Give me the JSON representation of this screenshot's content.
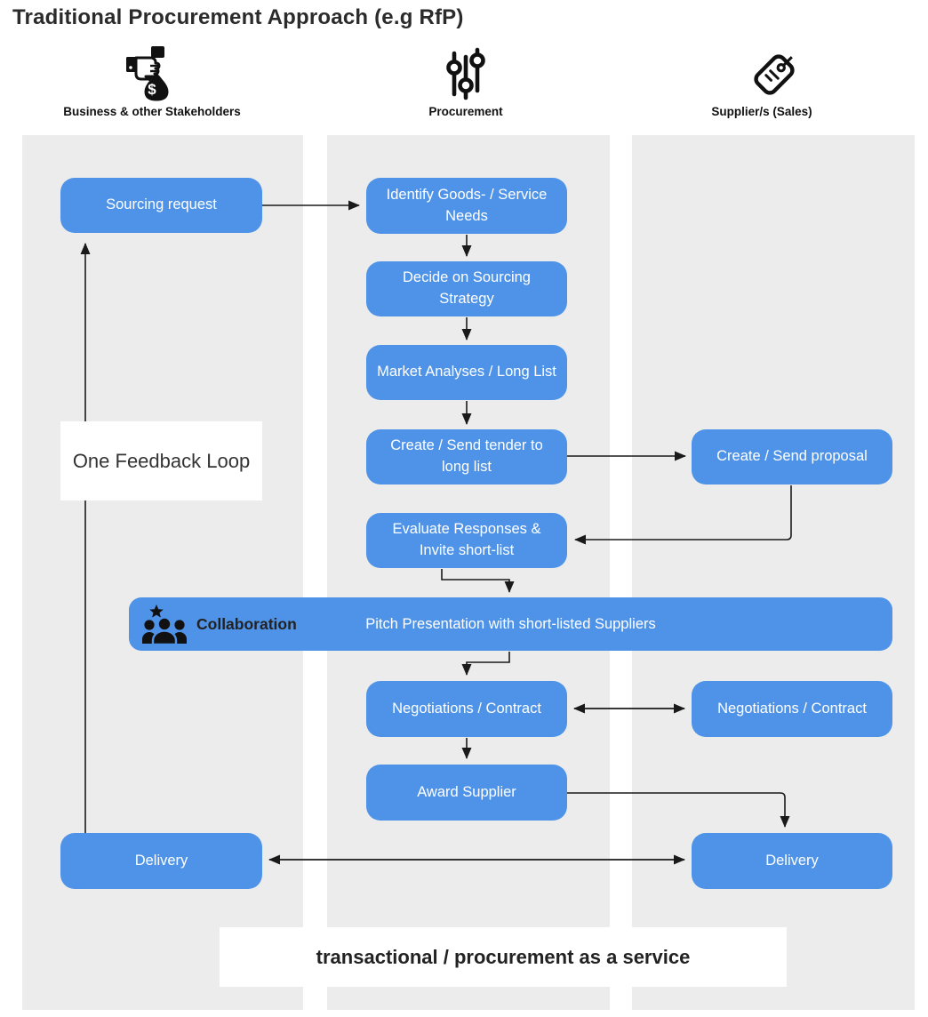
{
  "title": "Traditional Procurement Approach (e.g RfP)",
  "colors": {
    "node_blue": "#4E93E8",
    "lane_gray": "#ECECEC",
    "arrow": "#1a1a1a",
    "node_text": "#ffffff"
  },
  "lanes": [
    {
      "id": "business",
      "label": "Business  & other Stakeholders",
      "icon": "money-bag-icon"
    },
    {
      "id": "procurement",
      "label": "Procurement",
      "icon": "sliders-icon"
    },
    {
      "id": "supplier",
      "label": "Supplier/s (Sales)",
      "icon": "price-tag-icon"
    }
  ],
  "nodes": {
    "sourcing_request": "Sourcing request",
    "identify_needs": "Identify Goods- / Service Needs",
    "decide_strategy": "Decide on Sourcing Strategy",
    "market_analyses": "Market Analyses / Long List",
    "create_tender": "Create / Send tender to long list",
    "evaluate_responses": "Evaluate Responses & Invite short-list",
    "pitch_presentation": "Pitch Presentation with short-listed Suppliers",
    "collaboration": "Collaboration",
    "negotiations_mid": "Negotiations / Contract",
    "award_supplier": "Award Supplier",
    "create_proposal": "Create / Send proposal",
    "negotiations_right": "Negotiations / Contract",
    "delivery_left": "Delivery",
    "delivery_right": "Delivery"
  },
  "annotations": {
    "feedback_loop": "One Feedback Loop",
    "bottom_note": "transactional / procurement as a service"
  },
  "edges": [
    {
      "from": "sourcing_request",
      "to": "identify_needs",
      "style": "arrow"
    },
    {
      "from": "identify_needs",
      "to": "decide_strategy",
      "style": "arrow"
    },
    {
      "from": "decide_strategy",
      "to": "market_analyses",
      "style": "arrow"
    },
    {
      "from": "market_analyses",
      "to": "create_tender",
      "style": "arrow"
    },
    {
      "from": "create_tender",
      "to": "create_proposal",
      "style": "arrow"
    },
    {
      "from": "create_proposal",
      "to": "evaluate_responses",
      "style": "arrow"
    },
    {
      "from": "evaluate_responses",
      "to": "pitch_presentation",
      "style": "arrow"
    },
    {
      "from": "pitch_presentation",
      "to": "negotiations_mid",
      "style": "arrow"
    },
    {
      "from": "negotiations_mid",
      "to": "negotiations_right",
      "style": "double-arrow"
    },
    {
      "from": "negotiations_mid",
      "to": "award_supplier",
      "style": "arrow"
    },
    {
      "from": "award_supplier",
      "to": "delivery_right",
      "style": "arrow"
    },
    {
      "from": "delivery_right",
      "to": "delivery_left",
      "style": "double-arrow"
    },
    {
      "from": "delivery_left",
      "to": "sourcing_request",
      "style": "arrow"
    }
  ]
}
